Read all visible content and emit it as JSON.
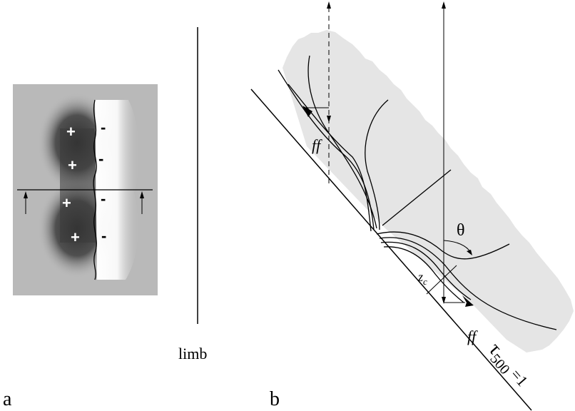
{
  "panel_a": {
    "label": "a",
    "plus_signs": [
      "+",
      "+",
      "+",
      "+"
    ],
    "minus_signs": [
      "-",
      "-",
      "-",
      "-"
    ]
  },
  "limb_label": "limb",
  "panel_b": {
    "label": "b",
    "theta": "θ",
    "zc_main": "z",
    "zc_sub": "c",
    "ff_upper": "ff",
    "ff_lower": "ff",
    "tau_main": "τ",
    "tau_sub": "500",
    "tau_eq": " =1"
  },
  "colors": {
    "background_gray": "#b9b9b9",
    "region_gray": "#e5e5e5",
    "ink": "#000000"
  }
}
